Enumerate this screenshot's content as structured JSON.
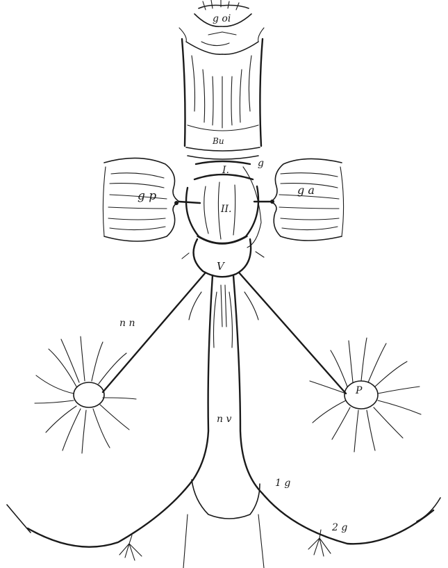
{
  "figure": {
    "labels": {
      "goi": "g oi",
      "bu": "Bu",
      "roman_one": "I.",
      "roman_two": "II.",
      "g_right": "g",
      "gp": "g p",
      "ga": "g a",
      "v": "V",
      "nn": "n n",
      "nv": "n v",
      "p": "P",
      "one_g": "1 g",
      "two_g": "2 g"
    },
    "colors": {
      "ink": "#1a1a1a",
      "paper": "#ffffff"
    }
  }
}
